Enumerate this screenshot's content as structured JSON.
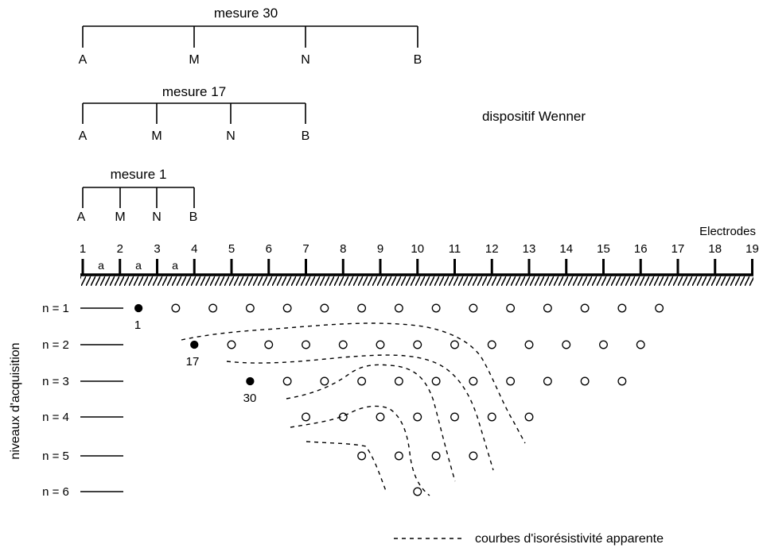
{
  "title": "dispositif Wenner",
  "electrodes_label": "Electrodes",
  "electrode_numbers": [
    "1",
    "2",
    "3",
    "4",
    "5",
    "6",
    "7",
    "8",
    "9",
    "10",
    "11",
    "12",
    "13",
    "14",
    "15",
    "16",
    "17",
    "18",
    "19"
  ],
  "spacing_label": "a",
  "measures": [
    {
      "label": "mesure 30",
      "electrodes": [
        "A",
        "M",
        "N",
        "B"
      ]
    },
    {
      "label": "mesure 17",
      "electrodes": [
        "A",
        "M",
        "N",
        "B"
      ]
    },
    {
      "label": "mesure 1",
      "electrodes": [
        "A",
        "M",
        "N",
        "B"
      ]
    }
  ],
  "acquisition_axis_label": "niveaux d'acquisition",
  "levels": [
    {
      "label": "n = 1",
      "points": 15,
      "filled_label": "1"
    },
    {
      "label": "n = 2",
      "points": 13,
      "filled_label": "17"
    },
    {
      "label": "n = 3",
      "points": 11,
      "filled_label": "30"
    },
    {
      "label": "n = 4",
      "points": 7,
      "filled_label": ""
    },
    {
      "label": "n = 5",
      "points": 4,
      "filled_label": ""
    },
    {
      "label": "n = 6",
      "points": 1,
      "filled_label": ""
    }
  ],
  "legend": "courbes d'isorésistivité apparente"
}
